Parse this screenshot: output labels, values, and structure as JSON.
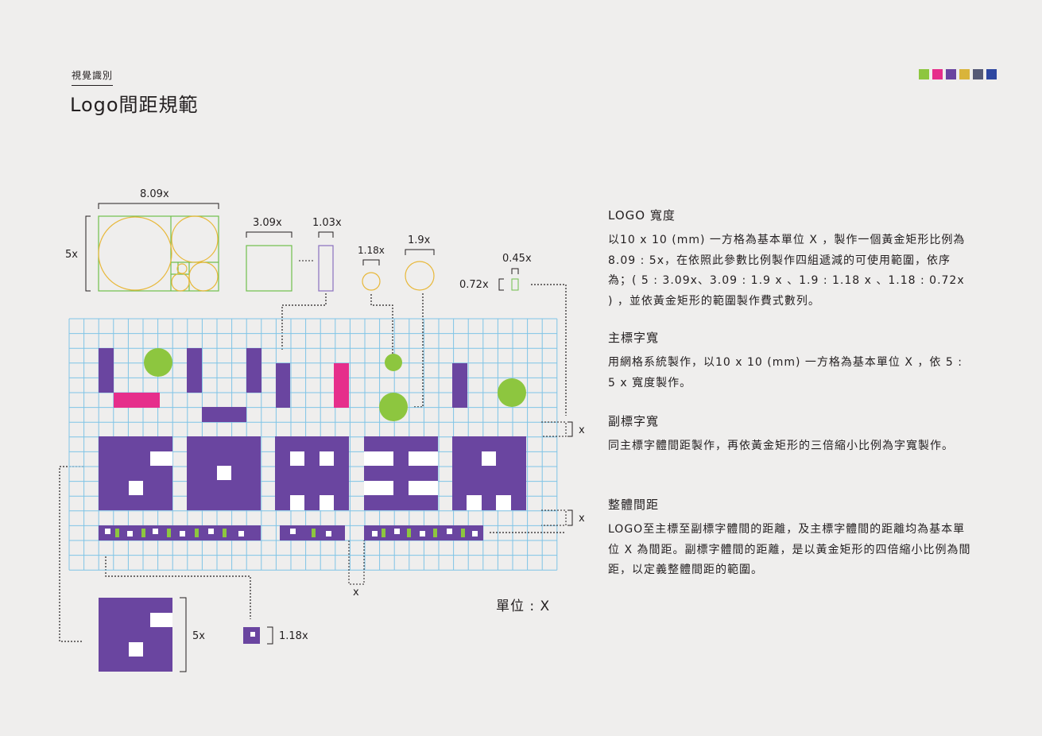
{
  "header": {
    "subtitle": "視覺識別",
    "title": "Logo間距規範"
  },
  "palette": [
    "#8dc63f",
    "#e62e8b",
    "#6a45a0",
    "#d9b43a",
    "#555a77",
    "#2e47a0"
  ],
  "diagram": {
    "golden_width": "8.09x",
    "golden_height": "5x",
    "label_309": "3.09x",
    "label_103": "1.03x",
    "label_118": "1.18x",
    "label_19": "1.9x",
    "label_045": "0.45x",
    "label_072": "0.72x",
    "gap_x_1": "x",
    "gap_x_2": "x",
    "gap_x_3": "x",
    "detail_main_height": "5x",
    "detail_sub_height": "1.18x"
  },
  "unit_label": "單位 : X",
  "sections": [
    {
      "title": "LOGO 寬度",
      "body": "以10 x 10 (mm) 一方格為基本單位 X ，製作一個黃金矩形比例為8.09 : 5x，在依照此參數比例製作四組遞減的可使用範圍，依序為；( 5 : 3.09x、3.09 : 1.9 x 、1.9 : 1.18 x 、1.18 : 0.72x ) ，並依黃金矩形的範圍製作費式數列。"
    },
    {
      "title": "主標字寬",
      "body": "用網格系統製作，以10 x 10 (mm) 一方格為基本單位 X ，依 5 : 5 x 寬度製作。"
    },
    {
      "title": "副標字寬",
      "body": "同主標字體間距製作，再依黃金矩形的三倍縮小比例為字寬製作。"
    },
    {
      "title": "整體間距",
      "body": "LOGO至主標至副標字體間的距離，及主標字體間的距離均為基本單位 X 為間距。副標字體間的距離，是以黃金矩形的四倍縮小比例為間距，以定義整體間距的範圍。"
    }
  ]
}
